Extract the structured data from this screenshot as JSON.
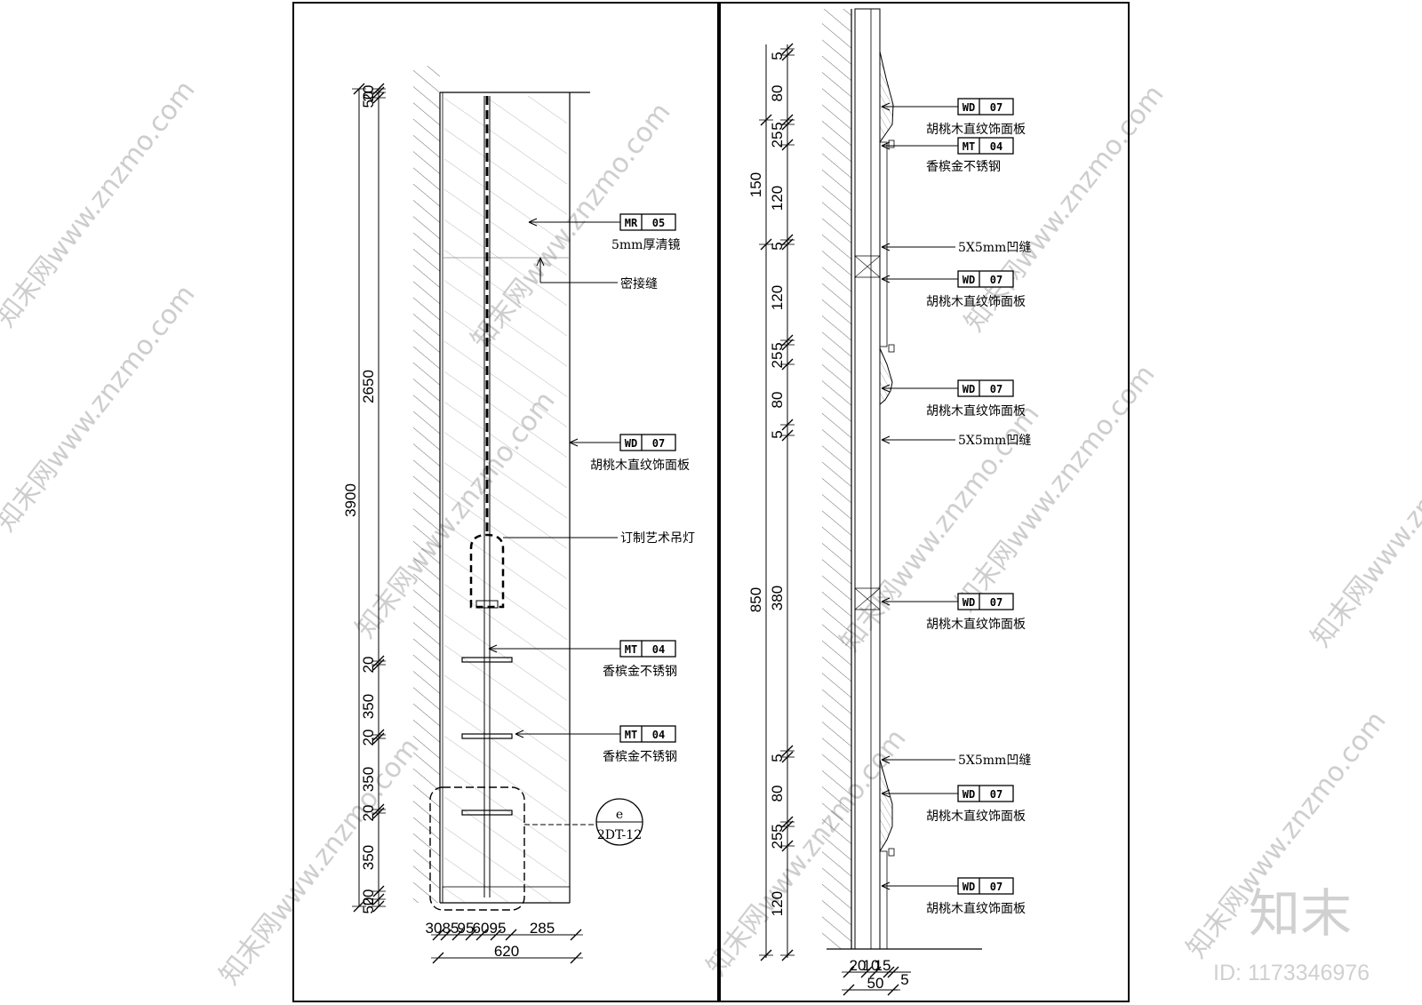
{
  "left": {
    "dims_v": [
      "20",
      "50",
      "2650",
      "20",
      "350",
      "20",
      "350",
      "20",
      "350",
      "20",
      "50"
    ],
    "total_v": "3900",
    "dims_h": [
      "30",
      "85",
      "95",
      "60",
      "95",
      "285"
    ],
    "total_h": "620",
    "callouts": [
      {
        "code": "MR",
        "num": "05",
        "desc": "5mm厚清镜"
      },
      {
        "desc": "密接缝"
      },
      {
        "code": "WD",
        "num": "07",
        "desc": "胡桃木直纹饰面板"
      },
      {
        "desc": "订制艺术吊灯"
      },
      {
        "code": "MT",
        "num": "04",
        "desc": "香槟金不锈钢"
      },
      {
        "code": "MT",
        "num": "04",
        "desc": "香槟金不锈钢"
      }
    ],
    "detail_ref": {
      "letter": "e",
      "sheet": "2DT-12"
    }
  },
  "right": {
    "dims_inner": [
      "5",
      "80",
      "5",
      "25",
      "120",
      "5",
      "120",
      "5",
      "25",
      "80",
      "5",
      "380",
      "5",
      "80",
      "5",
      "25",
      "120"
    ],
    "dims_outer": [
      "150",
      "850"
    ],
    "dims_h": [
      "20",
      "10",
      "15",
      "5"
    ],
    "total_h": "50",
    "callouts": [
      {
        "code": "WD",
        "num": "07",
        "desc": "胡桃木直纹饰面板"
      },
      {
        "code": "MT",
        "num": "04",
        "desc": "香槟金不锈钢"
      },
      {
        "desc": "5X5mm凹缝"
      },
      {
        "code": "WD",
        "num": "07",
        "desc": "胡桃木直纹饰面板"
      },
      {
        "code": "WD",
        "num": "07",
        "desc": "胡桃木直纹饰面板"
      },
      {
        "desc": "5X5mm凹缝"
      },
      {
        "code": "WD",
        "num": "07",
        "desc": "胡桃木直纹饰面板"
      },
      {
        "desc": "5X5mm凹缝"
      },
      {
        "code": "WD",
        "num": "07",
        "desc": "胡桃木直纹饰面板"
      },
      {
        "code": "WD",
        "num": "07",
        "desc": "胡桃木直纹饰面板"
      }
    ]
  },
  "watermark": {
    "site": "知末网www.znzmo.com",
    "brand": "知末",
    "id": "ID: 1173346976"
  }
}
